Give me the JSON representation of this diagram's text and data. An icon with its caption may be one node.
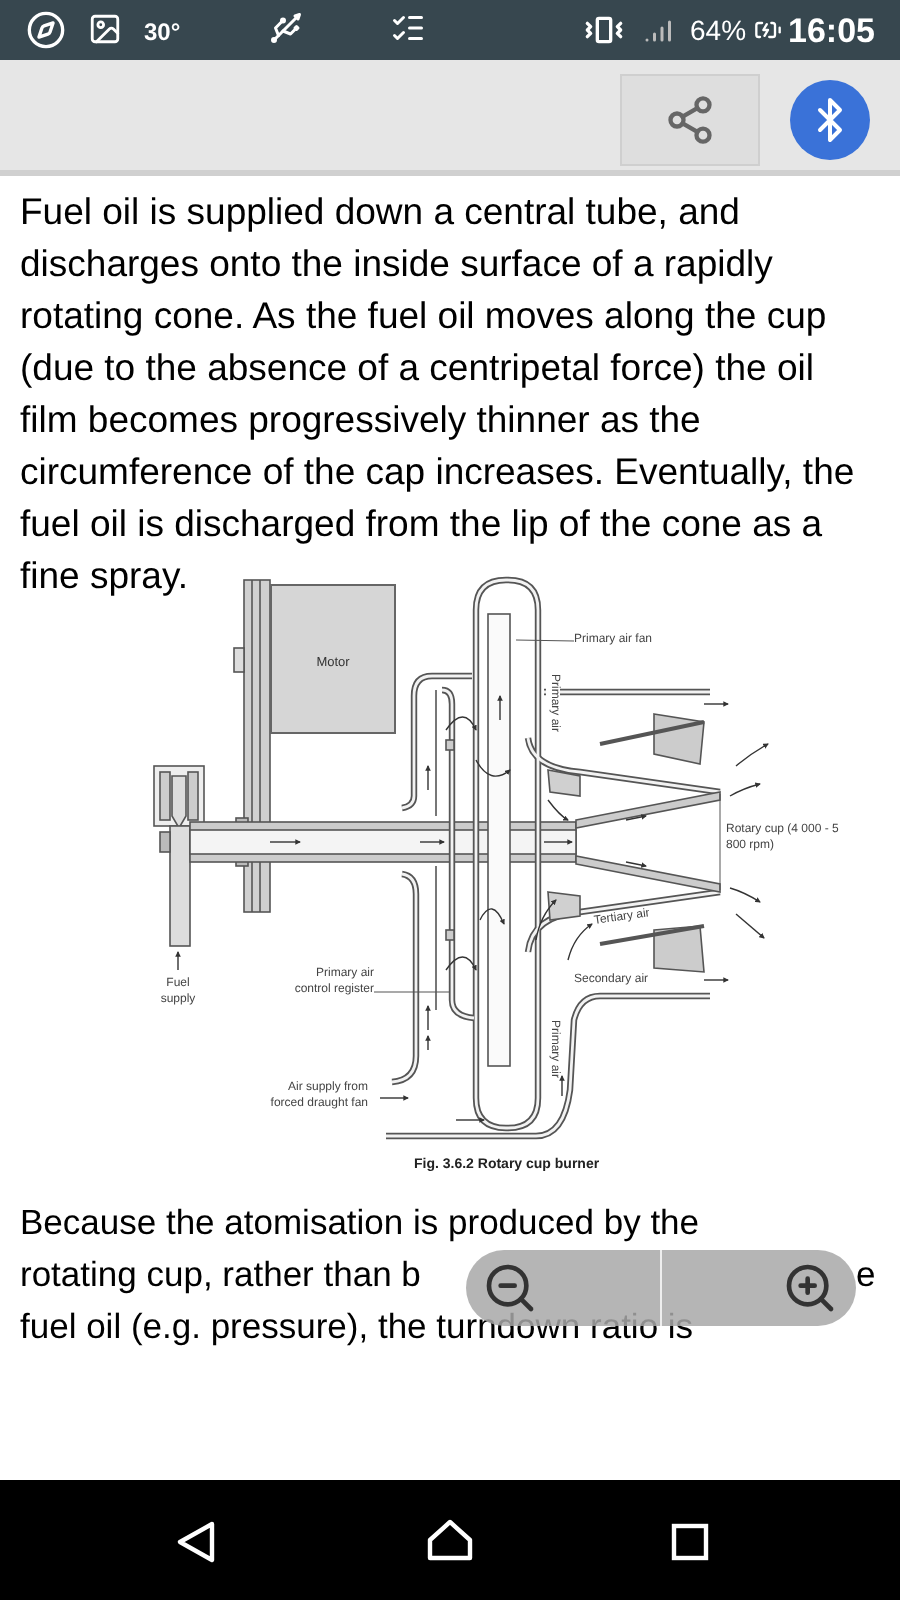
{
  "diagram": {
    "caption": "Fig. 3.6.2  Rotary cup burner",
    "nodes": [
      {
        "text": [
          "Motor"
        ]
      },
      {
        "text": [
          "Primary air fan"
        ]
      },
      {
        "text": [
          "Primary air control register"
        ]
      }
    ],
    "edges": [
      {
        "from": 1,
        "to": null,
        "arrow": "none"
      },
      {
        "from": 2,
        "to": null,
        "arrow": "none"
      }
    ],
    "labels": [
      "30°",
      "64%",
      "16:05",
      "Fuel oil is supplied down a central tube, and discharges onto the inside surface of a rapidly rotating cone. As the fuel oil moves along the cup (due to the absence of a centripetal force) the oil film becomes progressively thinner as the circumference of the cap increases. Eventually, the fuel oil is discharged from the lip of the cone as a fine spray.",
      "Primary air",
      "Rotary cup (4 000 - 5 800 rpm)",
      "Tertiary air",
      "Fuel supply",
      "Secondary air",
      "Primary air",
      "Air supply from forced draught fan",
      "Because the atomisation is produced by the",
      "rotating cup, rather than b",
      "e",
      "fuel oil (e.g. pressure), the turndown ratio is"
    ]
  }
}
